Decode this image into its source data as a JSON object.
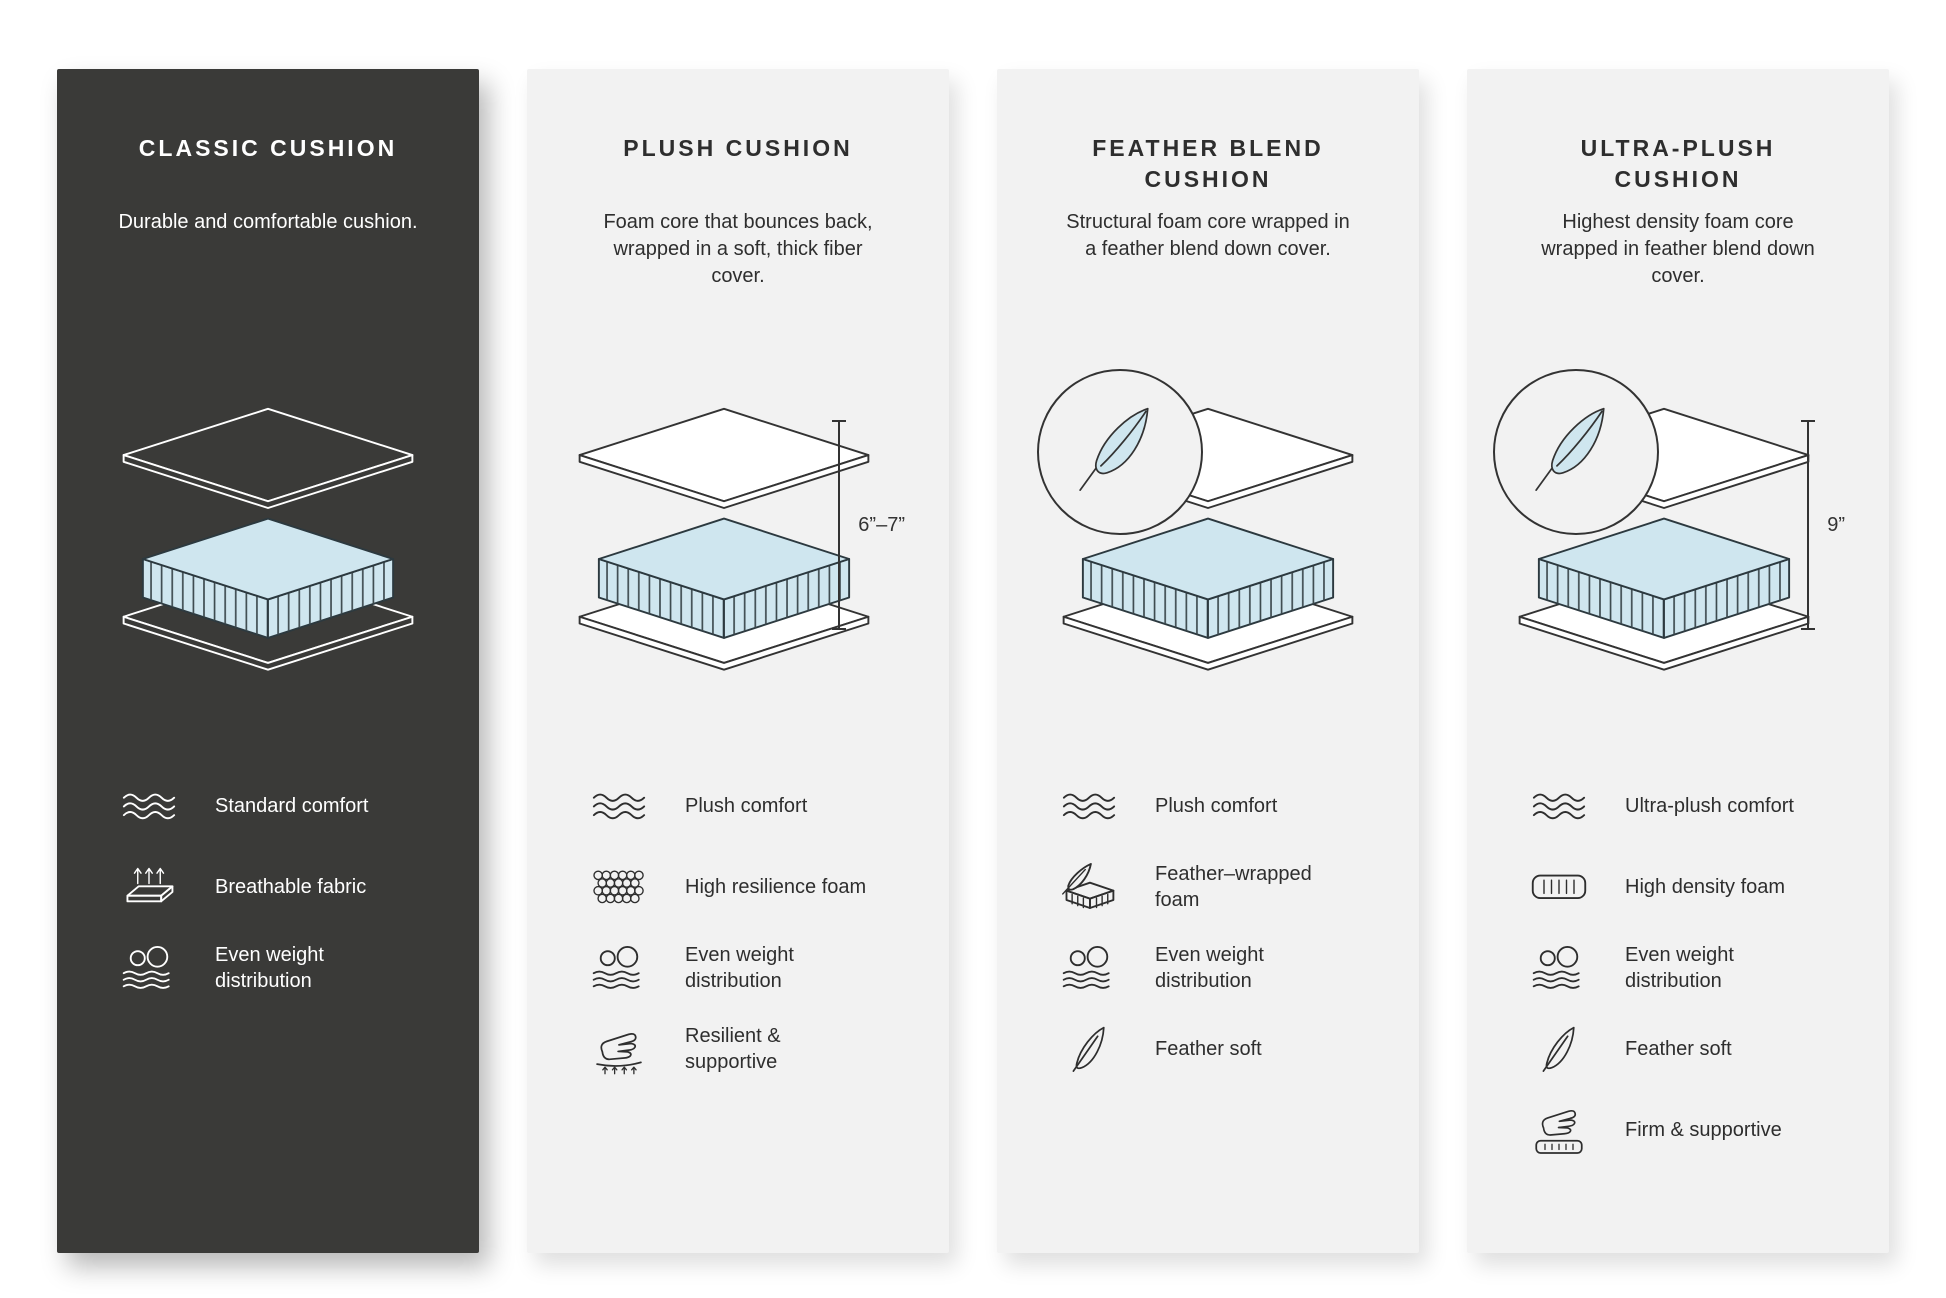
{
  "colors": {
    "page_bg": "#ffffff",
    "dark_panel_bg": "#3a3a38",
    "light_panel_bg": "#f2f2f2",
    "foam_blue": "#cfe6ef",
    "outline_dark": "#333333",
    "text_dark": "#2e2e2e",
    "text_light": "#ffffff"
  },
  "panels": [
    {
      "id": "classic",
      "theme": "dark",
      "title": "CLASSIC CUSHION",
      "description": "Durable and comfortable cushion.",
      "has_feather_badge": false,
      "features": [
        {
          "icon": "wave-icon",
          "label": "Standard comfort"
        },
        {
          "icon": "breathable-fabric-icon",
          "label": "Breathable fabric"
        },
        {
          "icon": "weight-distribution-icon",
          "label": "Even weight distribution"
        }
      ]
    },
    {
      "id": "plush",
      "theme": "light",
      "title": "PLUSH CUSHION",
      "description": "Foam core that bounces back, wrapped in a soft, thick fiber cover.",
      "height_label": "6”–7”",
      "has_feather_badge": false,
      "features": [
        {
          "icon": "wave-icon",
          "label": "Plush comfort"
        },
        {
          "icon": "foam-bubbles-icon",
          "label": "High resilience foam"
        },
        {
          "icon": "weight-distribution-icon",
          "label": "Even weight distribution"
        },
        {
          "icon": "resilient-hand-icon",
          "label": "Resilient & supportive"
        }
      ]
    },
    {
      "id": "feather-blend",
      "theme": "light",
      "title": "FEATHER BLEND CUSHION",
      "description": "Structural foam core wrapped in a feather blend down cover.",
      "has_feather_badge": true,
      "features": [
        {
          "icon": "wave-icon",
          "label": "Plush comfort"
        },
        {
          "icon": "feather-wrapped-foam-icon",
          "label": "Feather–wrapped foam"
        },
        {
          "icon": "weight-distribution-icon",
          "label": "Even weight distribution"
        },
        {
          "icon": "feather-icon",
          "label": "Feather soft"
        }
      ]
    },
    {
      "id": "ultra-plush",
      "theme": "light",
      "title": "ULTRA-PLUSH CUSHION",
      "description": "Highest density foam core wrapped in feather blend down cover.",
      "height_label": "9”",
      "has_feather_badge": true,
      "features": [
        {
          "icon": "wave-icon",
          "label": "Ultra-plush comfort"
        },
        {
          "icon": "high-density-foam-icon",
          "label": "High density foam"
        },
        {
          "icon": "weight-distribution-icon",
          "label": "Even weight distribution"
        },
        {
          "icon": "feather-icon",
          "label": "Feather soft"
        },
        {
          "icon": "firm-hand-icon",
          "label": "Firm & supportive"
        }
      ]
    }
  ]
}
